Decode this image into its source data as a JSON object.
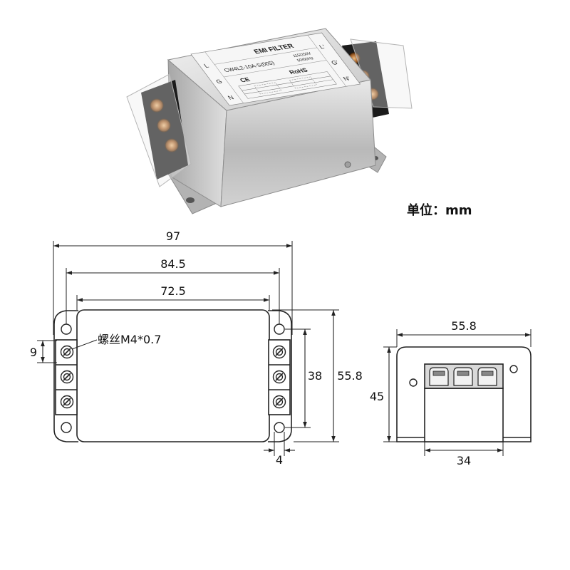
{
  "photo": {
    "title": "EMI FILTER",
    "model": "CW4L2-10A-S(005)",
    "voltage": "115/250V",
    "frequency": "50/60Hz",
    "ce": "CE",
    "rohs": "RoHS",
    "terminals_in": [
      "L",
      "G",
      "N"
    ],
    "terminals_out": [
      "L'",
      "G'",
      "N'"
    ]
  },
  "unit_label": "单位：mm",
  "top_view": {
    "overall_length": "97",
    "mount_hole_spacing": "84.5",
    "body_length": "72.5",
    "terminal_pitch": "9",
    "screw_label": "螺丝M4*0.7",
    "hole_spacing_width": "38",
    "overall_width": "55.8",
    "flange_width": "4"
  },
  "side_view": {
    "width": "55.8",
    "height": "45",
    "terminal_block_width": "34"
  }
}
